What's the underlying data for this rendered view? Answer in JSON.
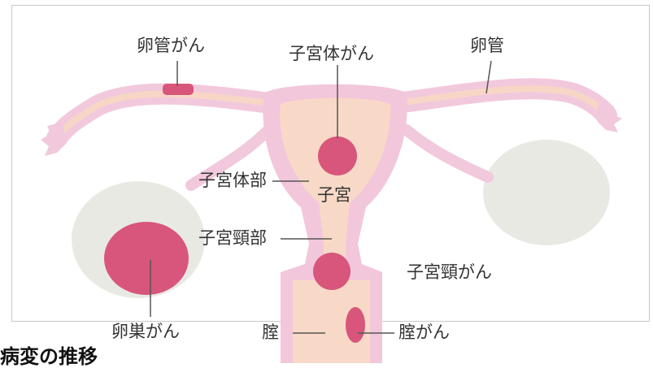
{
  "diagram": {
    "labels": {
      "fallopian_tube_cancer": "卵管がん",
      "uterine_body_cancer": "子宮体がん",
      "fallopian_tube": "卵管",
      "uterine_body": "子宮体部",
      "uterus": "子宮",
      "cervix": "子宮頸部",
      "cervical_cancer": "子宮頸がん",
      "ovarian_cancer": "卵巣がん",
      "vagina": "腟",
      "vaginal_cancer": "腟がん"
    },
    "colors": {
      "tube_outer": "#f2c9dc",
      "tube_inner": "#f7d6c6",
      "uterus_outer": "#f2c7db",
      "uterus_inner": "#f8d9c7",
      "tumor": "#d8567b",
      "ovary": "#e9e9e4",
      "line": "#555555"
    }
  },
  "caption": "病変の推移"
}
